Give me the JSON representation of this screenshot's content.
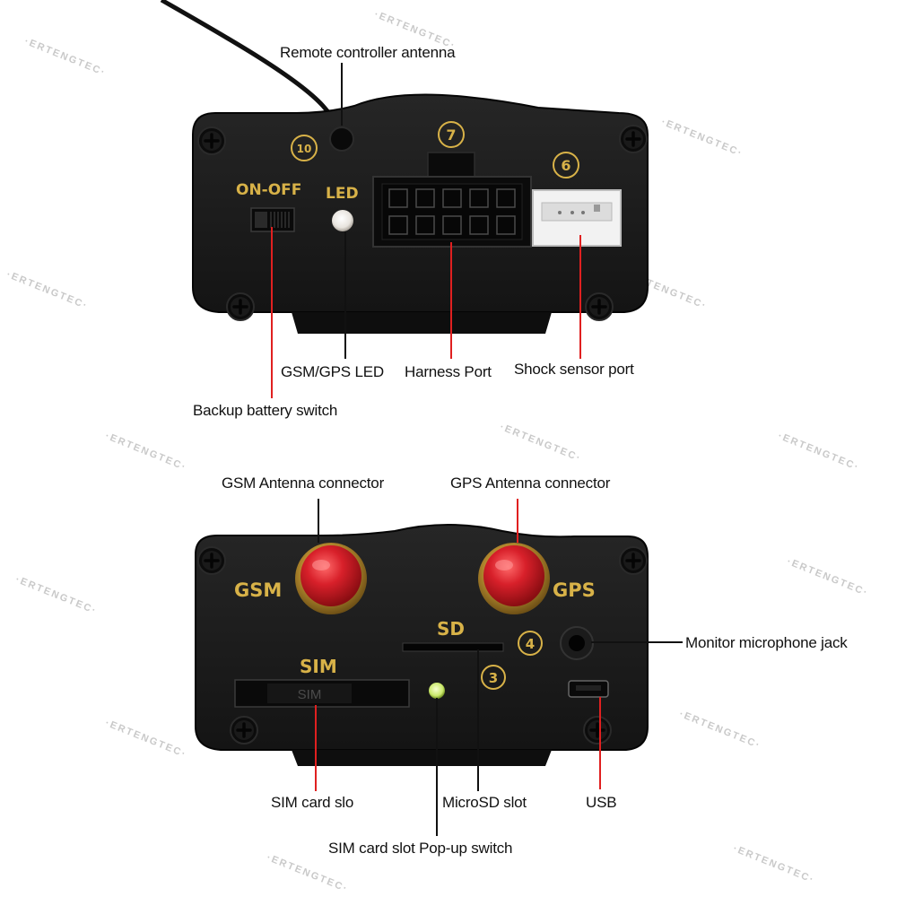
{
  "watermark": "ERTENGTEC",
  "colors": {
    "device_body": "#141414",
    "device_panel": "#1d1d1d",
    "print_gold": "#d8b248",
    "connector_red": "#d8202a",
    "brass": "#b48a2e",
    "pointer_red": "#e02020"
  },
  "top_device": {
    "markings": {
      "on_off": "ON-OFF",
      "led": "LED",
      "num_10": "10",
      "num_7": "7",
      "num_6": "6"
    },
    "callouts": {
      "remote_antenna": "Remote controller antenna",
      "gsm_gps_led": "GSM/GPS LED",
      "harness_port": "Harness Port",
      "shock_sensor_port": "Shock sensor port",
      "backup_battery_switch": "Backup battery switch"
    }
  },
  "bottom_device": {
    "markings": {
      "gsm": "GSM",
      "gps": "GPS",
      "sd": "SD",
      "sim": "SIM",
      "sim_slot_print": "SIM",
      "num_4": "4",
      "num_3": "3"
    },
    "callouts": {
      "gsm_antenna": "GSM Antenna connector",
      "gps_antenna": "GPS Antenna connector",
      "monitor_mic": "Monitor microphone jack",
      "sim_card_slot": "SIM card slo",
      "microsd_slot": "MicroSD slot",
      "usb": "USB",
      "sim_popup_switch": "SIM card slot Pop-up switch"
    }
  }
}
